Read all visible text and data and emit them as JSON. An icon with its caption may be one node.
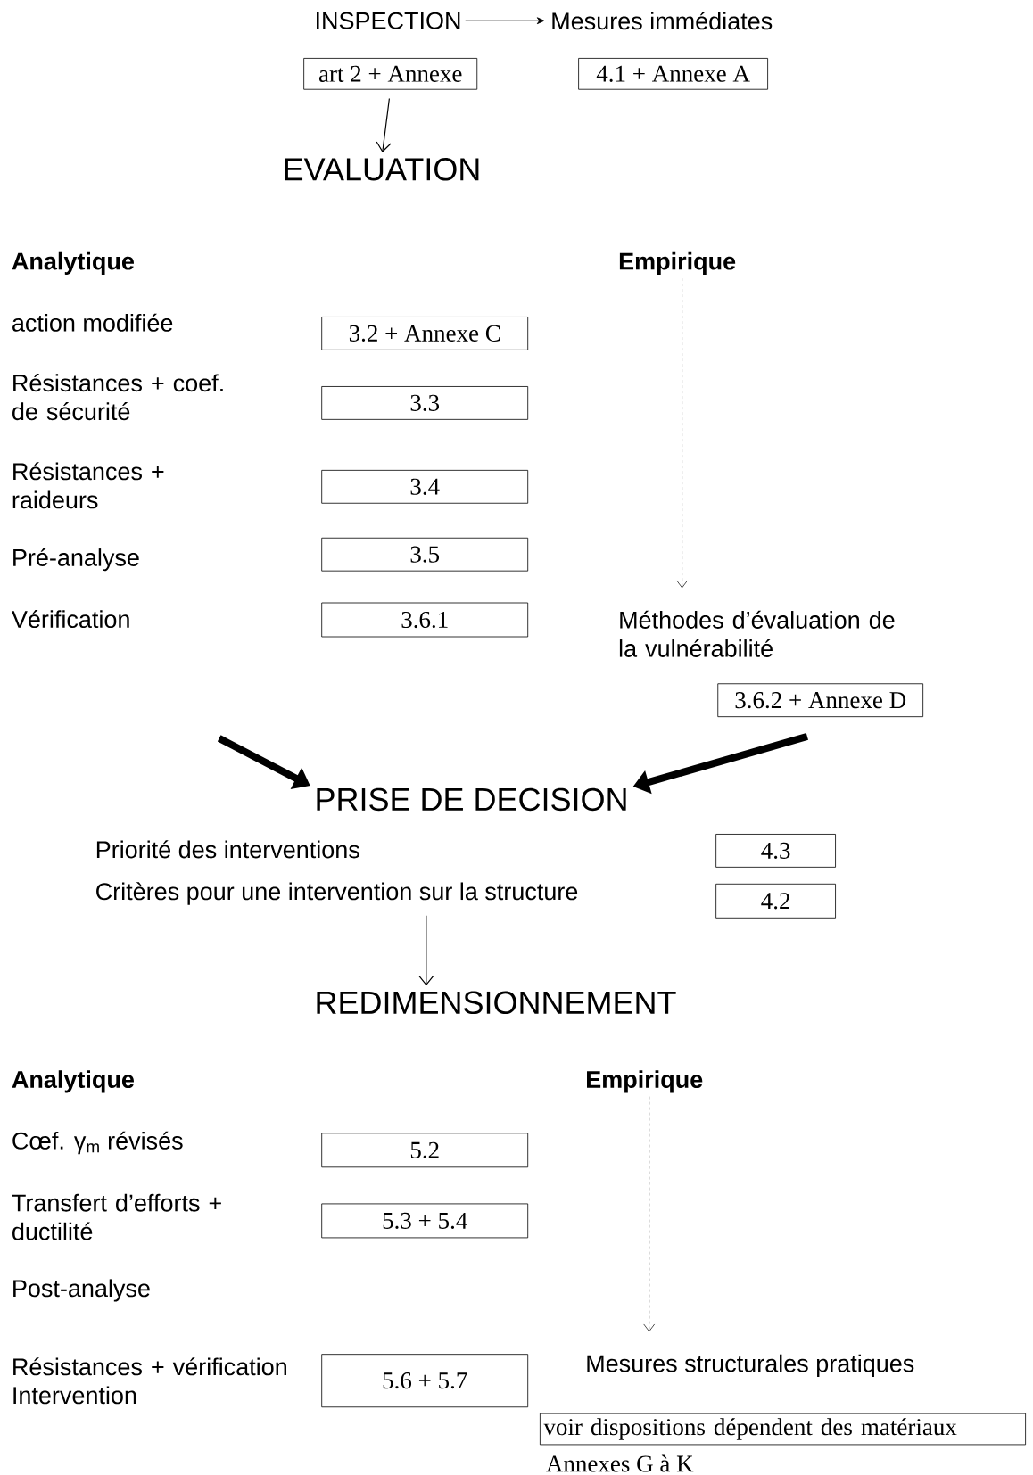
{
  "diagram": {
    "nodes": [
      {
        "text": [
          "INSPECTION"
        ]
      },
      {
        "text": [
          "Mesures immédiates"
        ]
      },
      {
        "text": [
          "art 2 + Annexe"
        ]
      },
      {
        "text": [
          "4.1 + Annexe A"
        ]
      },
      {
        "text": [
          "EVALUATION"
        ]
      },
      {
        "text": [
          "Empirique"
        ]
      },
      {
        "text": [
          "3.2 + Annexe C"
        ]
      },
      {
        "text": [
          "3.3"
        ]
      },
      {
        "text": [
          "3.4"
        ]
      },
      {
        "text": [
          "3.5"
        ]
      },
      {
        "text": [
          "3.6.1"
        ]
      },
      {
        "text": [
          "Méthodes d’évaluation de la vulnérabilité"
        ]
      },
      {
        "text": [
          "3.6.2 + Annexe D"
        ]
      },
      {
        "text": [
          "PRISE DE DECISION"
        ]
      },
      {
        "text": [
          "4.3"
        ]
      },
      {
        "text": [
          "Critères pour une intervention sur la structure"
        ]
      },
      {
        "text": [
          "4.2"
        ]
      },
      {
        "text": [
          "REDIMENSIONNEMENT"
        ]
      },
      {
        "text": [
          "Empirique"
        ]
      },
      {
        "text": [
          "5.2"
        ]
      },
      {
        "text": [
          "5.3 + 5.4"
        ]
      },
      {
        "text": [
          "5.6 + 5.7"
        ]
      },
      {
        "text": [
          "Mesures structurales pratiques"
        ]
      },
      {
        "text": [
          "voir dispositions dépendent des matériaux"
        ],
        "beside": [
          "Annexes G à K"
        ]
      }
    ],
    "edges": [
      {
        "from": 0,
        "to": 1,
        "arrow": "to"
      },
      {
        "from": 2,
        "to": 4,
        "arrow": "to"
      },
      {
        "from": 5,
        "to": 11,
        "arrow": "to",
        "style": "dashed"
      },
      {
        "from": null,
        "to": 13,
        "arrow": "to",
        "style": "thick"
      },
      {
        "from": null,
        "to": 13,
        "arrow": "to",
        "style": "thick"
      },
      {
        "from": 15,
        "to": 17,
        "arrow": "to"
      },
      {
        "from": 18,
        "to": 22,
        "arrow": "to",
        "style": "dashed"
      }
    ],
    "labels": [
      "Analytique",
      "action modifiée",
      "Résistances + coef. de sécurité",
      "Résistances + raideurs",
      "Pré-analyse",
      "Vérification",
      "Priorité des interventions",
      "Analytique",
      "Cœf. γ$_{m}$ révisés",
      "Transfert d’efforts + ductilité",
      "Post-analyse",
      "Résistances + vérification Intervention"
    ]
  }
}
